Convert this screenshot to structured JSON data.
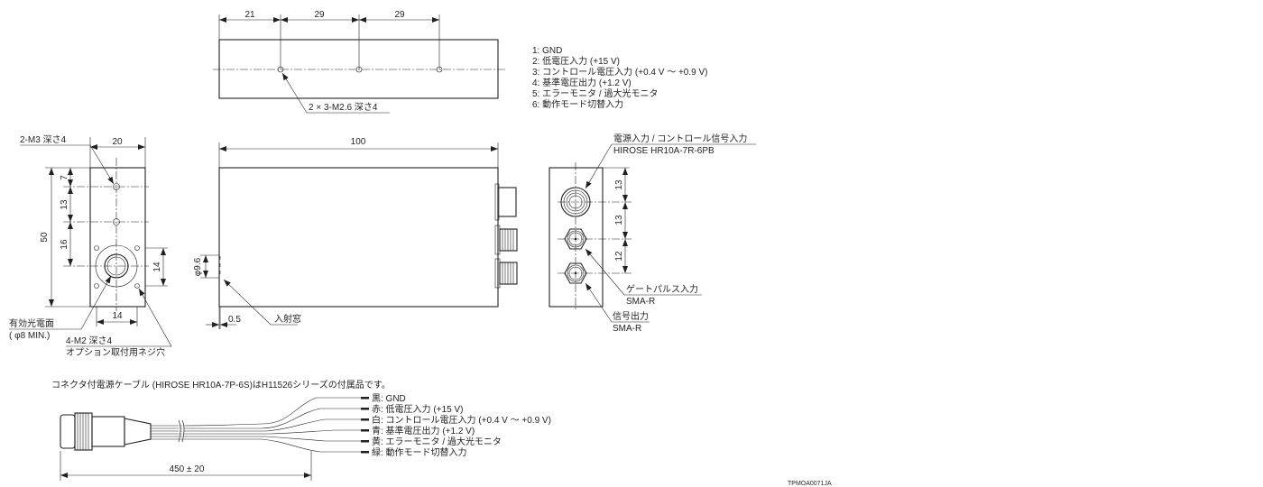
{
  "top_view": {
    "dims": [
      "21",
      "29",
      "29"
    ],
    "hole_note": "2 × 3-M2.6  深さ4"
  },
  "pin_list": [
    "1: GND",
    "2: 低電圧入力 (+15 V)",
    "3: コントロール電圧入力 (+0.4 V ～ +0.9 V)",
    "4: 基準電圧出力 (+1.2 V)",
    "5: エラーモニタ / 過大光モニタ",
    "6: 動作モード切替入力"
  ],
  "front_view": {
    "width_dim": "20",
    "height_dim": "50",
    "chain_dims": [
      "7",
      "13",
      "16"
    ],
    "lens_h_dim": "14",
    "lens_v_dim": "14",
    "m3_note": "2-M3  深さ4",
    "photocathode_label": "有効光電面",
    "photocathode_size": "( φ8 MIN.)",
    "m2_note": "4-M2  深さ4",
    "m2_desc": "オプション取付用ネジ穴"
  },
  "side_view": {
    "length_dim": "100",
    "window_dia": "φ9.6",
    "window_offset": "0.5",
    "window_label": "入射窓"
  },
  "back_view": {
    "chain_dims": [
      "13",
      "13",
      "12"
    ],
    "power_label": "電源入力 / コントロール信号入力",
    "power_connector": "HIROSE HR10A-7R-6PB",
    "gate_label": "ゲートパルス入力",
    "gate_connector": "SMA-R",
    "signal_label": "信号出力",
    "signal_connector": "SMA-R"
  },
  "cable": {
    "note": "コネクタ付電源ケーブル (HIROSE HR10A-7P-6S)はH11526シリーズの付属品です。",
    "wires": [
      "黒: GND",
      "赤: 低電圧入力 (+15 V)",
      "白: コントロール電圧入力 (+0.4 V ～ +0.9 V)",
      "青: 基準電圧出力 (+1.2 V)",
      "黄: エラーモニタ / 過大光モニタ",
      "緑: 動作モード切替入力"
    ],
    "length_dim": "450 ± 20"
  },
  "drawing_id": "TPMOA0071JA"
}
